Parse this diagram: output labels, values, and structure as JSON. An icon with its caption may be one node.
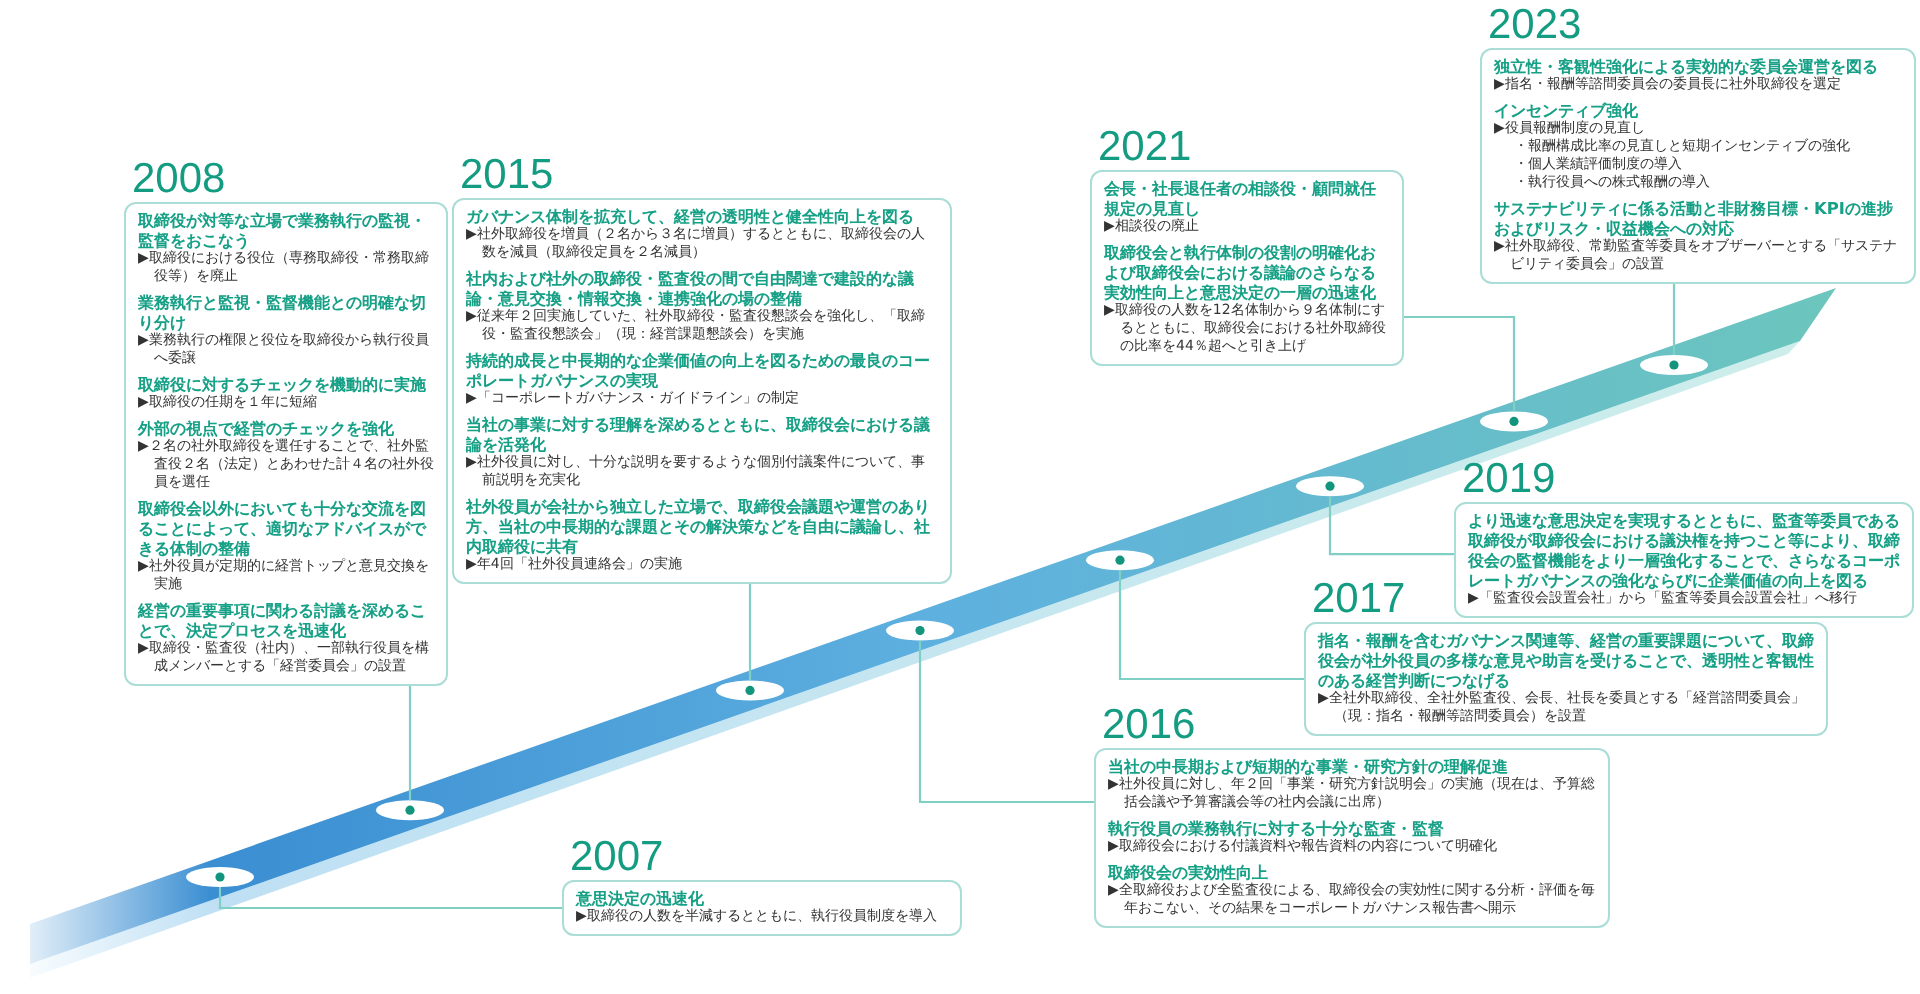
{
  "diagram": {
    "nodes": [
      {
        "text": [
          "2007",
          "意思決定の迅速化",
          "▶取締役の人数を半減するとともに、執行役員制度を導入"
        ]
      },
      {
        "text": [
          "2008",
          "取締役が対等な立場で業務執行の監視・監督をおこなう",
          "▶取締役における役位（専務取締役・常務取締役等）を廃止",
          "業務執行と監視・監督機能との明確な切り分け",
          "▶業務執行の権限と役位を取締役から執行役員へ委譲",
          "取締役に対するチェックを機動的に実施",
          "▶取締役の任期を１年に短縮",
          "外部の視点で経営のチェックを強化",
          "▶２名の社外取締役を選任することで、社外監査役２名（法定）とあわせた計４名の社外役員を選任",
          "取締役会以外においても十分な交流を図ることによって、適切なアドバイスができる体制の整備",
          "▶社外役員が定期的に経営トップと意見交換を実施",
          "経営の重要事項に関わる討議を深めることで、決定プロセスを迅速化",
          "▶取締役・監査役（社内）、一部執行役員を構成メンバーとする「経営委員会」の設置"
        ]
      },
      {
        "text": [
          "2015",
          "ガバナンス体制を拡充して、経営の透明性と健全性向上を図る",
          "▶社外取締役を増員（２名から３名に増員）するとともに、取締役会の人数を減員（取締役定員を２名減員）",
          "社内および社外の取締役・監査役の間で自由闊達で建設的な議論・意見交換・情報交換・連携強化の場の整備",
          "▶従来年２回実施していた、社外取締役・監査役懇談会を強化し、「取締役・監査役懇談会」（現：経営課題懇談会）を実施",
          "持続的成長と中長期的な企業価値の向上を図るための最良のコーポレートガバナンスの実現",
          "▶「コーポレートガバナンス・ガイドライン」の制定",
          "当社の事業に対する理解を深めるとともに、取締役会における議論を活発化",
          "▶社外役員に対し、十分な説明を要するような個別付議案件について、事前説明を充実化",
          "社外役員が会社から独立した立場で、取締役会議題や運営のあり方、当社の中長期的な課題とその解決策などを自由に議論し、社内取締役に共有",
          "▶年4回「社外役員連絡会」の実施"
        ]
      },
      {
        "text": [
          "2016",
          "当社の中長期および短期的な事業・研究方針の理解促進",
          "▶社外役員に対し、年２回「事業・研究方針説明会」の実施（現在は、予算総括会議や予算審議会等の社内会議に出席）",
          "執行役員の業務執行に対する十分な監査・監督",
          "▶取締役会における付議資料や報告資料の内容について明確化",
          "取締役会の実効性向上",
          "▶全取締役および全監査役による、取締役会の実効性に関する分析・評価を毎年おこない、その結果をコーポレートガバナンス報告書へ開示"
        ]
      },
      {
        "text": [
          "2017",
          "指名・報酬を含むガバナンス関連等、経営の重要課題について、取締役会が社外役員の多様な意見や助言を受けることで、透明性と客観性のある経営判断につなげる",
          "▶全社外取締役、全社外監査役、会長、社長を委員とする「経営諮問委員会」（現：指名・報酬等諮問委員会）を設置"
        ]
      },
      {
        "text": [
          "2019",
          "より迅速な意思決定を実現するとともに、監査等委員である取締役が取締役会における議決権を持つこと等により、取締役会の監督機能をより一層強化することで、さらなるコーポレートガバナンスの強化ならびに企業価値の向上を図る",
          "▶「監査役会設置会社」から「監査等委員会設置会社」へ移行"
        ]
      },
      {
        "text": [
          "2021",
          "会長・社長退任者の相談役・顧問就任規定の見直し",
          "▶相談役の廃止",
          "取締役会と執行体制の役割の明確化および取締役会における議論のさらなる実効性向上と意思決定の一層の迅速化",
          "▶取締役の人数を12名体制から９名体制にするとともに、取締役会における社外取締役の比率を44％超へと引き上げ"
        ]
      },
      {
        "text": [
          "2023",
          "独立性・客観性強化による実効的な委員会運営を図る",
          "▶指名・報酬等諮問委員会の委員長に社外取締役を選定",
          "インセンティブ強化",
          "▶役員報酬制度の見直し",
          "・報酬構成比率の見直しと短期インセンティブの強化",
          "・個人業績評価制度の導入",
          "・執行役員への株式報酬の導入",
          "サステナビリティに係る活動と非財務目標・KPIの進捗およびリスク・収益機会への対応",
          "▶社外取締役、常勤監査等委員をオブザーバーとする「サステナビリティ委員会」の設置"
        ]
      },
      {
        "text": [],
        "shape": "ellipse"
      },
      {
        "text": [],
        "shape": "ellipse"
      },
      {
        "text": [],
        "shape": "ellipse"
      },
      {
        "text": [],
        "shape": "ellipse"
      },
      {
        "text": [],
        "shape": "ellipse"
      },
      {
        "text": [],
        "shape": "ellipse"
      },
      {
        "text": [],
        "shape": "ellipse"
      },
      {
        "text": [],
        "shape": "ellipse"
      }
    ],
    "edges": [
      {
        "from": 0,
        "to": 8,
        "arrow": "other"
      },
      {
        "from": 1,
        "to": 9,
        "arrow": "other"
      },
      {
        "from": 2,
        "to": 10,
        "arrow": "other"
      },
      {
        "from": 3,
        "to": 11,
        "arrow": "other"
      },
      {
        "from": 4,
        "to": 12,
        "arrow": "other"
      },
      {
        "from": 5,
        "to": 13,
        "arrow": "other"
      },
      {
        "from": 6,
        "to": 14,
        "arrow": "other"
      },
      {
        "from": 7,
        "to": 15,
        "arrow": "other"
      }
    ]
  }
}
